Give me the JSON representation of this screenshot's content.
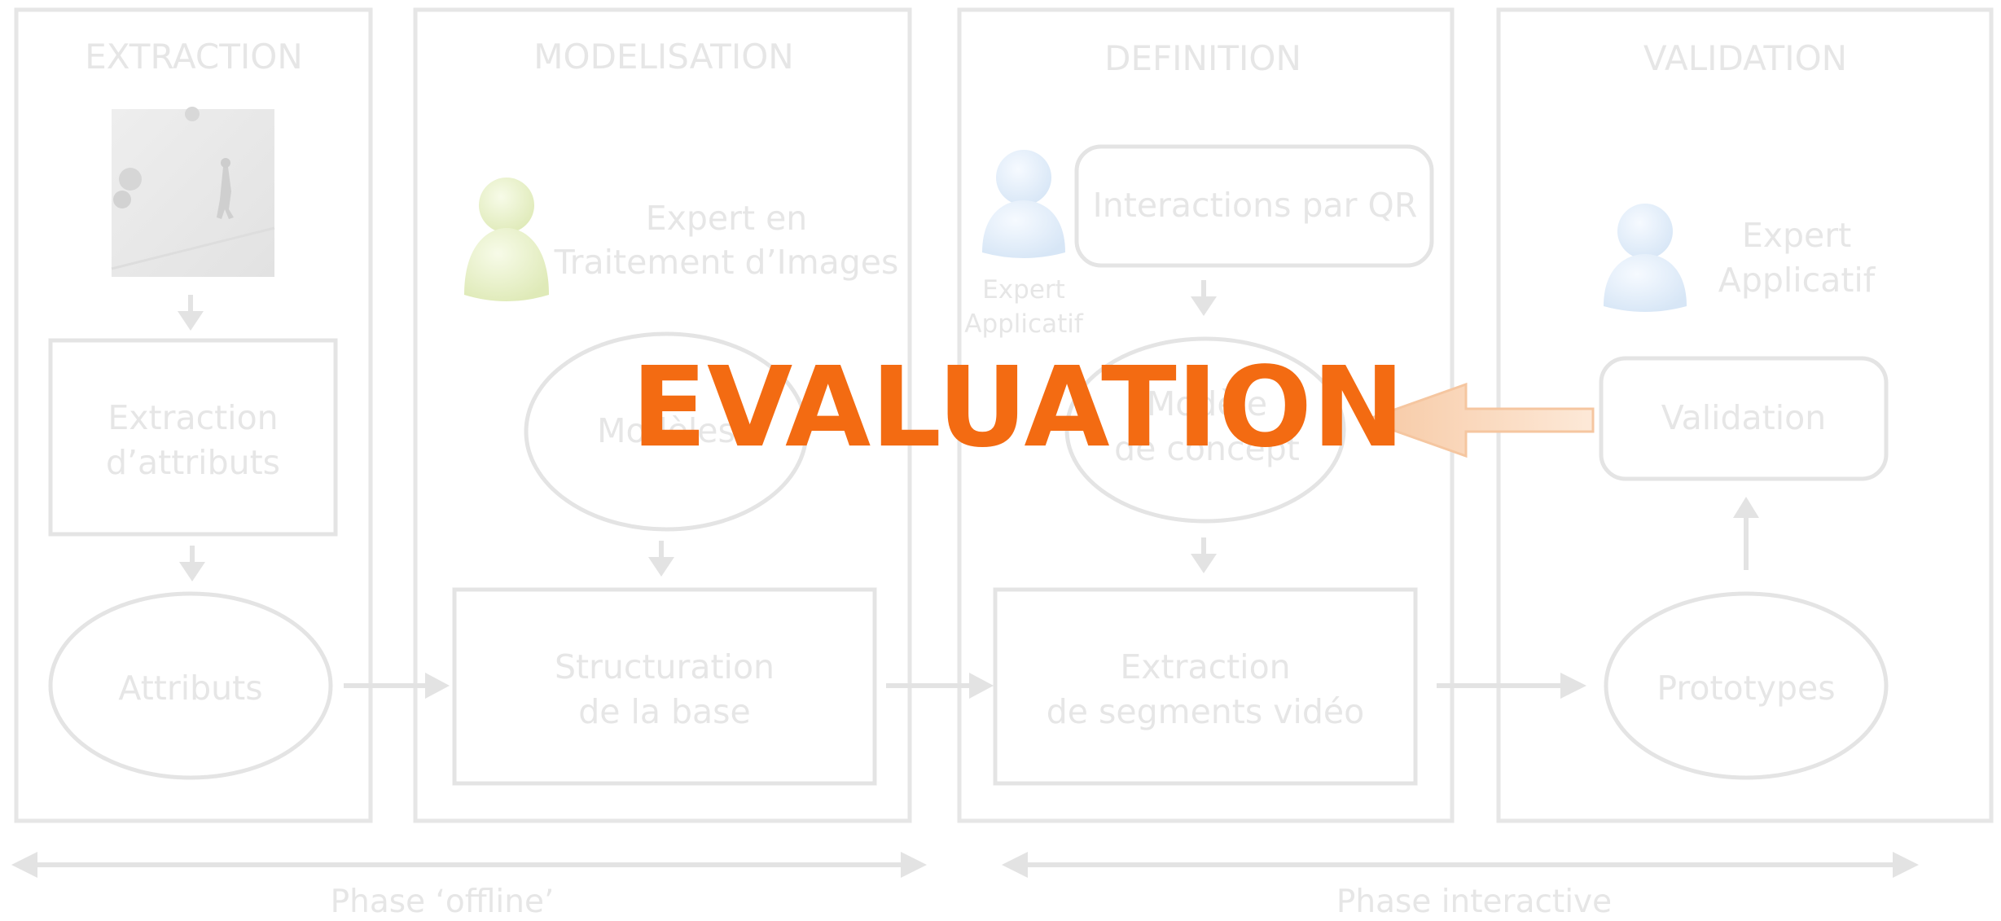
{
  "columns": {
    "extraction": {
      "title": "EXTRACTION",
      "box_label": [
        "Extraction",
        "d’attributs"
      ],
      "ellipse_label": "Attributs"
    },
    "modelisation": {
      "title": "MODELISATION",
      "expert_label": [
        "Expert en",
        "Traitement d’Images"
      ],
      "ellipse_label": "Modèles",
      "box_label": [
        "Structuration",
        "de la base"
      ]
    },
    "definition": {
      "title": "DEFINITION",
      "top_box_label": "Interactions par QR",
      "expert_label": [
        "Expert",
        "Applicatif"
      ],
      "ellipse_label": [
        "Modèle",
        "de concept"
      ],
      "box_label": [
        "Extraction",
        "de segments vidéo"
      ]
    },
    "validation": {
      "title": "VALIDATION",
      "expert_label": [
        "Expert",
        "Applicatif"
      ],
      "box_label": "Validation",
      "ellipse_label": "Prototypes"
    }
  },
  "phases": {
    "offline": "Phase ‘offline’",
    "interactive": "Phase interactive"
  },
  "overlay": {
    "text": "EVALUATION",
    "color": "#f36b12"
  },
  "colors": {
    "faint": "#e6e6e6",
    "expert_green": "#e7f1c8",
    "expert_blue": "#e2eefa"
  }
}
